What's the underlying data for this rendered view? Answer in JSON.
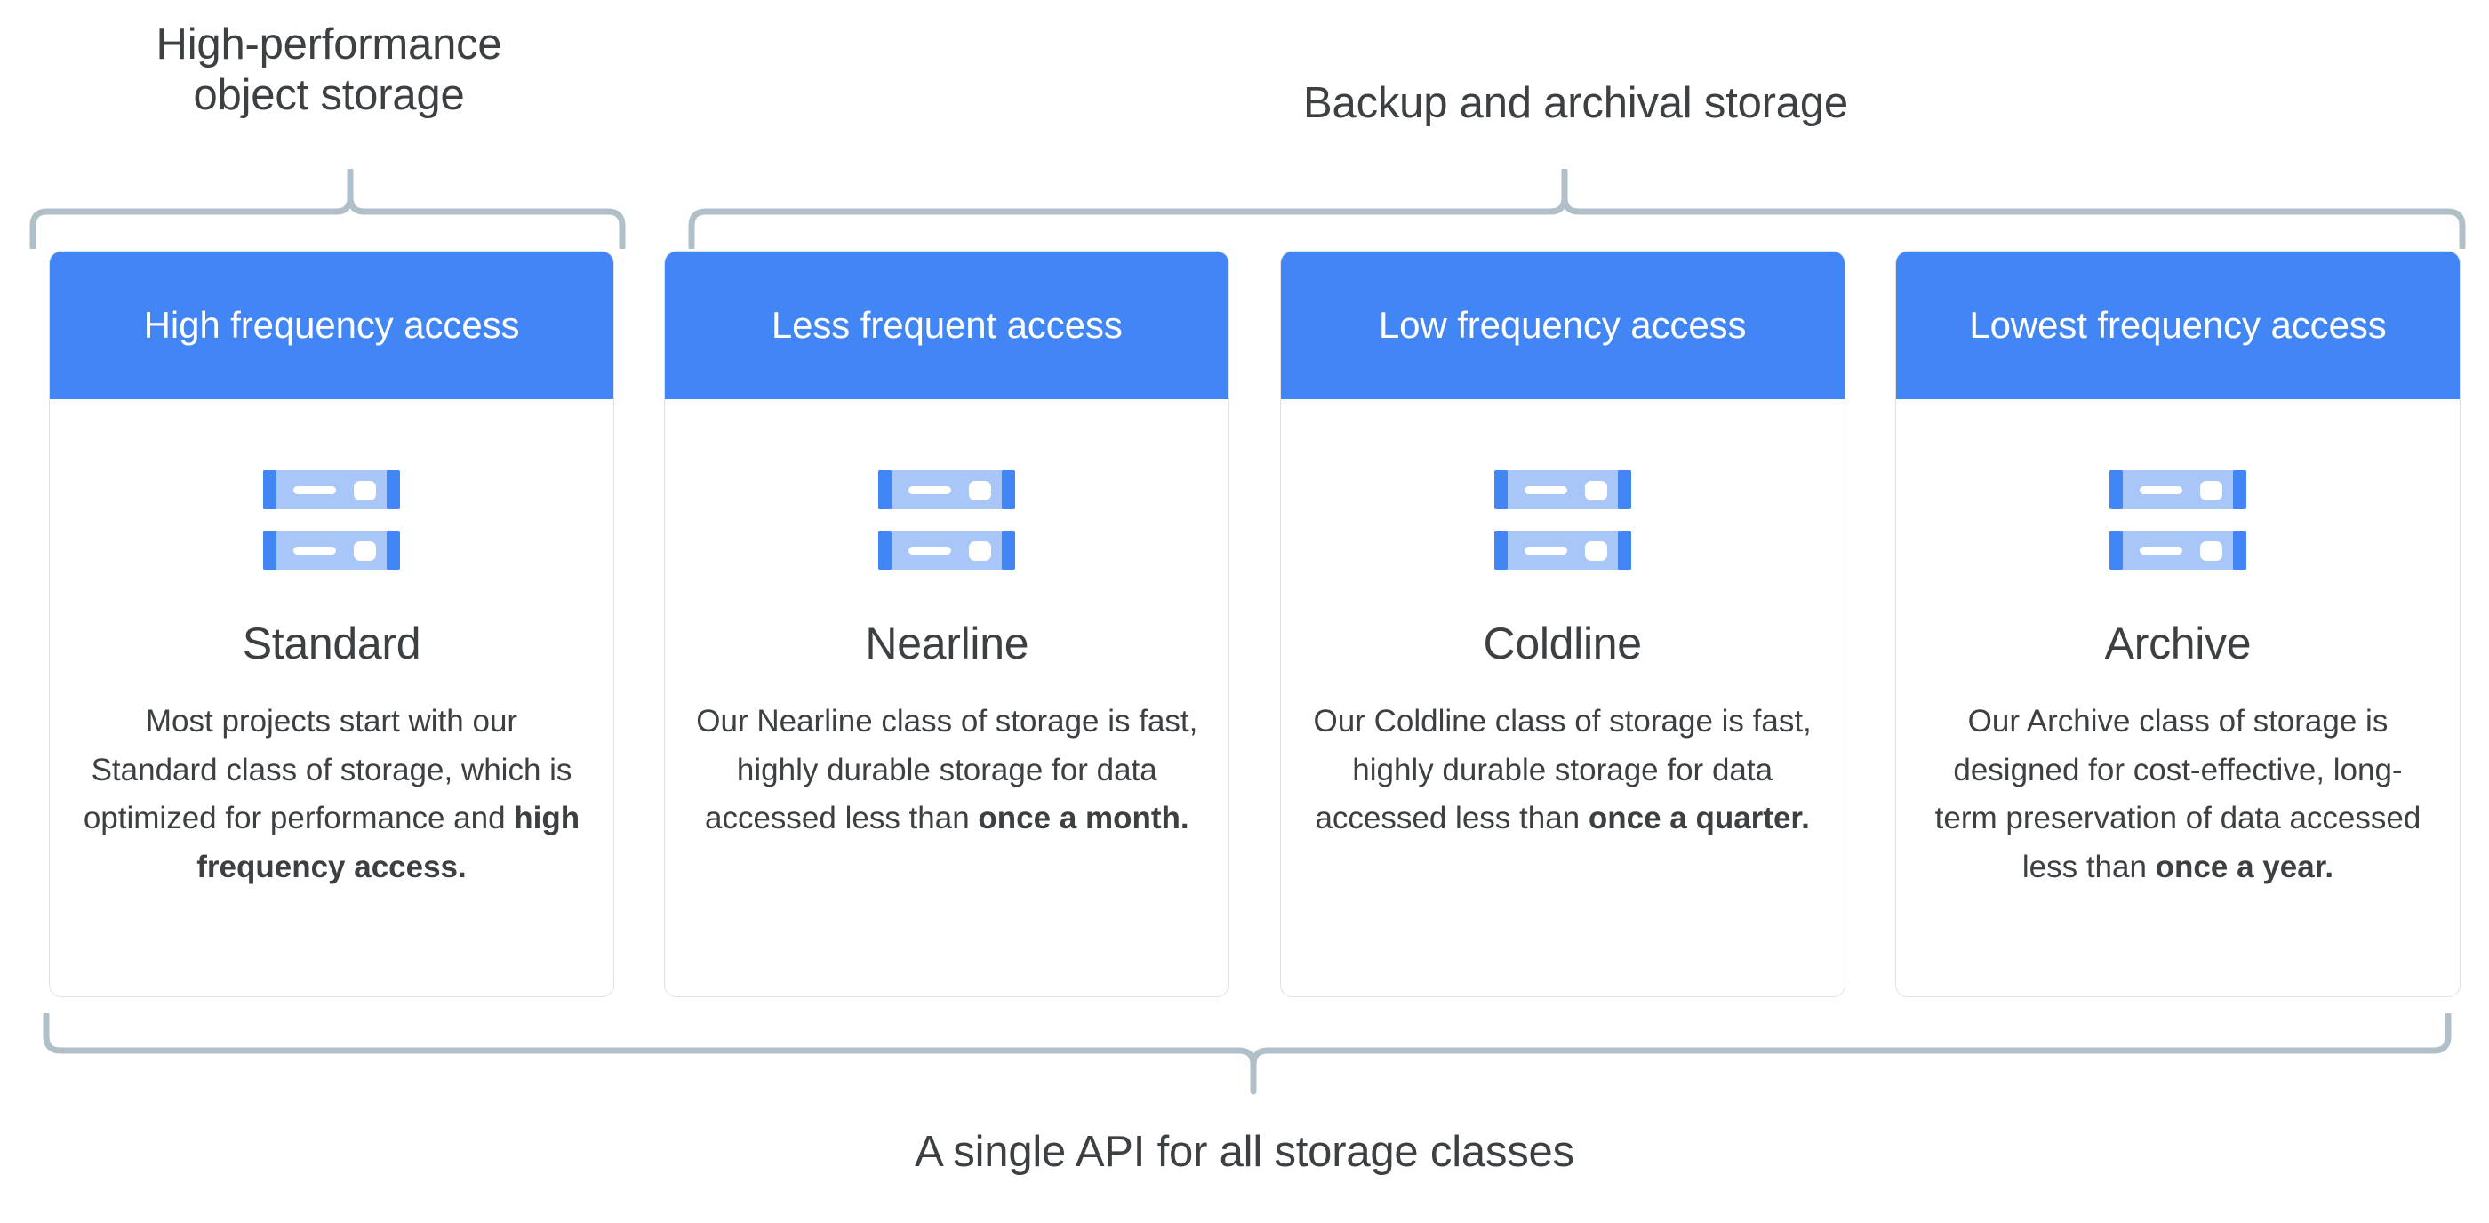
{
  "groups": [
    {
      "id": "high-performance",
      "label": "High-performance\nobject storage"
    },
    {
      "id": "backup-archival",
      "label": "Backup and archival storage"
    }
  ],
  "cards": [
    {
      "header": "High frequency access",
      "icon": "server-stack-icon",
      "title": "Standard",
      "body_prefix": "Most projects start with our Standard class of storage, which is optimized for performance and ",
      "body_emphasis": "high frequency access.",
      "body_suffix": ""
    },
    {
      "header": "Less frequent access",
      "icon": "server-stack-icon",
      "title": "Nearline",
      "body_prefix": "Our Nearline class of storage is fast, highly durable storage for data accessed less than ",
      "body_emphasis": "once a month.",
      "body_suffix": ""
    },
    {
      "header": "Low frequency access",
      "icon": "server-stack-icon",
      "title": "Coldline",
      "body_prefix": "Our Coldline class of storage is fast, highly durable storage for data accessed less than ",
      "body_emphasis": "once a quarter.",
      "body_suffix": ""
    },
    {
      "header": "Lowest frequency access",
      "icon": "server-stack-icon",
      "title": "Archive",
      "body_prefix": "Our Archive class of storage is designed for cost-effective, long-term preservation of data accessed less than ",
      "body_emphasis": "once a year.",
      "body_suffix": ""
    }
  ],
  "bottom_caption": "A single API for all storage classes",
  "colors": {
    "header_blue": "#4285f4",
    "icon_light_blue": "#a8c7f8",
    "icon_dark_blue": "#4285f4",
    "brace_gray": "#b0bfc8",
    "card_border": "#dde2e6",
    "text": "#3c4043"
  }
}
